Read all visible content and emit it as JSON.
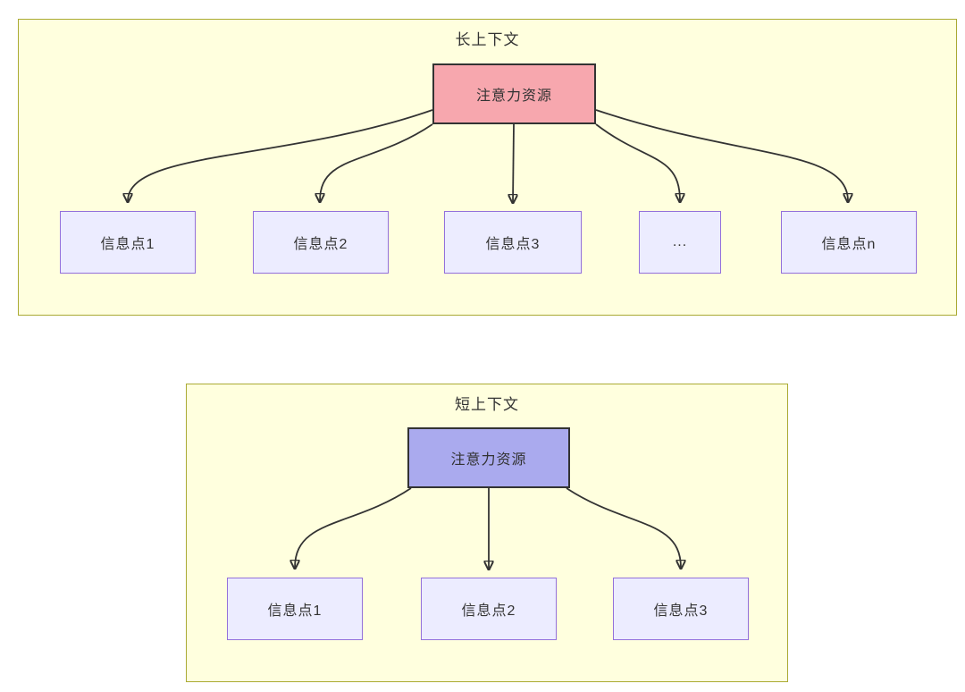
{
  "diagram": {
    "sections": [
      {
        "title": "长上下文",
        "root_label": "注意力资源",
        "children": [
          {
            "label": "信息点1"
          },
          {
            "label": "信息点2"
          },
          {
            "label": "信息点3"
          },
          {
            "label": "..."
          },
          {
            "label": "信息点n"
          }
        ]
      },
      {
        "title": "短上下文",
        "root_label": "注意力资源",
        "children": [
          {
            "label": "信息点1"
          },
          {
            "label": "信息点2"
          },
          {
            "label": "信息点3"
          }
        ]
      }
    ],
    "colors": {
      "section_bg": "#ffffde",
      "section_border": "#aaaa33",
      "root_top_fill": "#f7a7ae",
      "root_bottom_fill": "#aaaaee",
      "node_fill": "#ececff",
      "node_border": "#9370db",
      "line": "#333333",
      "text": "#333333"
    }
  }
}
